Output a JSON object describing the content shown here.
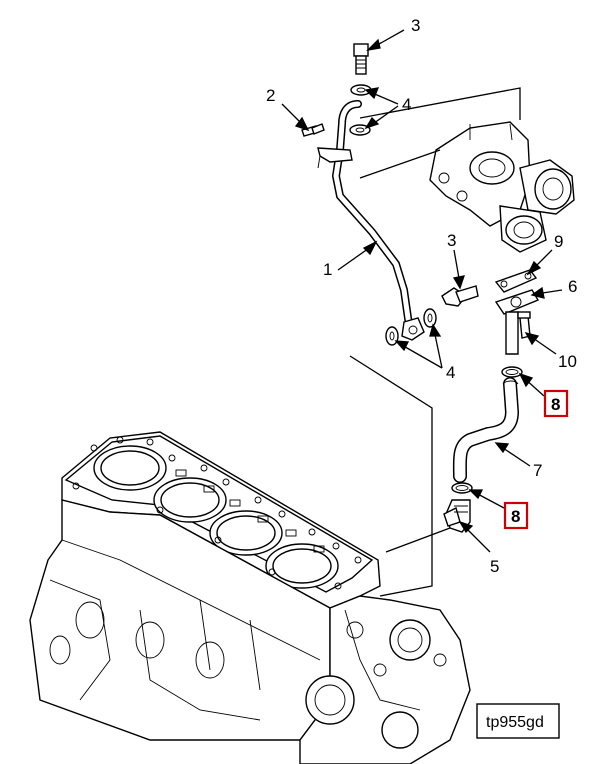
{
  "diagram": {
    "reference_code": "tp955gd",
    "highlight_color": "#d00000",
    "callouts": [
      {
        "id": "c3a",
        "label": "3",
        "boxed": false
      },
      {
        "id": "c2",
        "label": "2",
        "boxed": false
      },
      {
        "id": "c4a",
        "label": "4",
        "boxed": false
      },
      {
        "id": "c1",
        "label": "1",
        "boxed": false
      },
      {
        "id": "c3b",
        "label": "3",
        "boxed": false
      },
      {
        "id": "c9",
        "label": "9",
        "boxed": false
      },
      {
        "id": "c6",
        "label": "6",
        "boxed": false
      },
      {
        "id": "c10",
        "label": "10",
        "boxed": false
      },
      {
        "id": "c4b",
        "label": "4",
        "boxed": false
      },
      {
        "id": "c8a",
        "label": "8",
        "boxed": true
      },
      {
        "id": "c7",
        "label": "7",
        "boxed": false
      },
      {
        "id": "c8b",
        "label": "8",
        "boxed": true
      },
      {
        "id": "c5",
        "label": "5",
        "boxed": false
      }
    ]
  }
}
